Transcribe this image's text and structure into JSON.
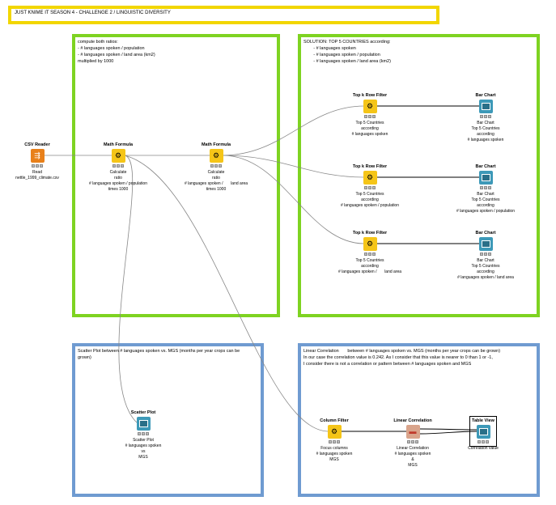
{
  "workflow_title": "JUST KNIME IT SEASON 4 - CHALLENGE 2 / LINGUISTIC DIVERSITY",
  "annotations": {
    "compute": "compute both ratios:\n- # languages spoken / population\n- # languages spoken / land area (km2)\nmultiplied by 1000",
    "solution": "SOLUTION: TOP 5 COUNTRIES according:\n        - # languages spoken\n        - # languages spoken / population\n        - # languages spoken / land area (km2)",
    "scatter": "Scatter Plot between # languages spoken vs. MGS (months per year crops can be\ngrown)",
    "correlation": "Linear Correlation       between # languages spoken vs. MGS (months per year crops can be grown)\nIn our case the correlation value is 0.242. As I consider that this value is nearer to 0 than 1 or -1,\nI consider there is not a correlation or pattern between # languages spoken and MGS"
  },
  "nodes": {
    "csv_reader": {
      "name": "CSV Reader",
      "desc": "Read\nnettle_1999_climate.csv",
      "icon": "table-reader-icon"
    },
    "math1": {
      "name": "Math Formula",
      "desc": "Calculate\nratio\n# languages spoken / population\ntimes 1000",
      "icon": "math-formula-icon"
    },
    "math2": {
      "name": "Math Formula",
      "desc": "Calculate\nratio\n# languages spoken /       land area\ntimes 1000",
      "icon": "math-formula-icon"
    },
    "topk1": {
      "name": "Top k Row Filter",
      "desc": "Top 5 Countries\naccording\n# languages spoken",
      "icon": "row-filter-icon"
    },
    "topk2": {
      "name": "Top k Row Filter",
      "desc": "Top 5 Countries\naccording\n# languages spoken / population",
      "icon": "row-filter-icon"
    },
    "topk3": {
      "name": "Top k Row Filter",
      "desc": "Top 5 Countries\naccording\n# languages spoken /       land area",
      "icon": "row-filter-icon"
    },
    "bar1": {
      "name": "Bar Chart",
      "desc": "Bar Chart\nTop 5 Countries\naccording\n# languages spoken",
      "icon": "bar-chart-icon"
    },
    "bar2": {
      "name": "Bar Chart",
      "desc": "Bar Chart\nTop 5 Countries\naccording\n# languages spoken / population",
      "icon": "bar-chart-icon"
    },
    "bar3": {
      "name": "Bar Chart",
      "desc": "Bar Chart\nTop 5 Countries\naccording\n# languages spoken / land area",
      "icon": "bar-chart-icon"
    },
    "scatter": {
      "name": "Scatter Plot",
      "desc": "Scatter Plot\n# languages spoken\nvs\nMGS",
      "icon": "scatter-plot-icon"
    },
    "colfilter": {
      "name": "Column Filter",
      "desc": "Focus columns\n# languages spoken\nMGS",
      "icon": "column-filter-icon"
    },
    "lincorr": {
      "name": "Linear Correlation",
      "desc": "Linear Correlation\n# languages spoken\n&\nMGS",
      "icon": "correlation-icon"
    },
    "tableview": {
      "name": "Table View",
      "desc": "Correlation value",
      "icon": "table-view-icon"
    }
  },
  "colors": {
    "annotation_green": "#7ed321",
    "annotation_blue": "#6f9bd1",
    "title_yellow": "#f2d600"
  }
}
